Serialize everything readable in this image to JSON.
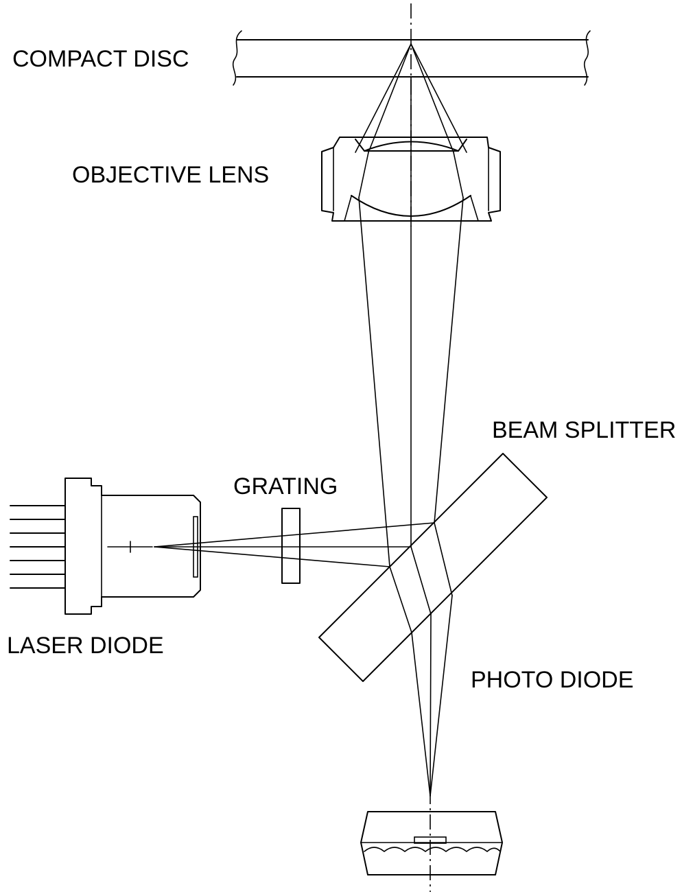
{
  "labels": {
    "compact_disc": "COMPACT DISC",
    "objective_lens": "OBJECTIVE LENS",
    "beam_splitter": "BEAM SPLITTER",
    "grating": "GRATING",
    "laser_diode": "LASER DIODE",
    "photo_diode": "PHOTO DIODE"
  }
}
